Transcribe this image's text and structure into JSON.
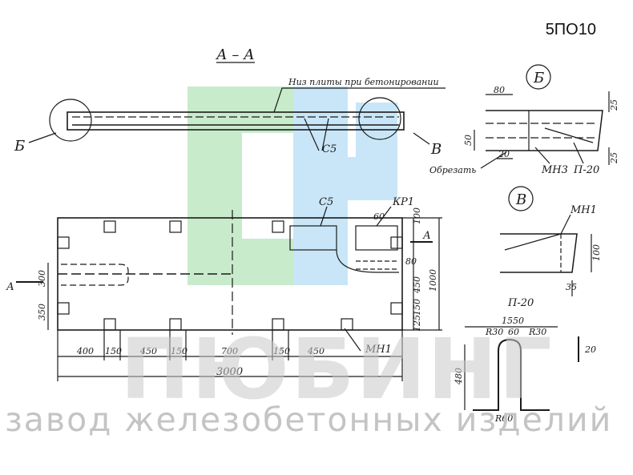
{
  "drawing_code": "5ПО10",
  "section_title": "А – А",
  "callouts": {
    "bottom_note": "Низ плиты при бетонировании",
    "b": "Б",
    "v": "В",
    "a_left": "А",
    "a_right": "А",
    "cut": "Обрезать"
  },
  "parts": {
    "c5": "С5",
    "kp1": "КР1",
    "mn1": "МН1",
    "mn3": "МН3",
    "p20": "П-20"
  },
  "plan_dims": {
    "bottom": [
      "400",
      "150",
      "450",
      "150",
      "700",
      "150",
      "450"
    ],
    "total": "3000",
    "left": [
      "300",
      "350"
    ],
    "right": [
      "100",
      "450",
      "150",
      "125"
    ],
    "right_total": "1000",
    "top_60": "60",
    "right_80": "80"
  },
  "detail_b_dims": {
    "w80": "80",
    "h25_top": "25",
    "h50": "50",
    "w20": "20",
    "h25_bot": "25"
  },
  "detail_v_dims": {
    "h100": "100",
    "w35": "35"
  },
  "p20_dims": {
    "width": "1550",
    "r30_left": "R30",
    "w60": "60",
    "r30_right": "R30",
    "height": "480",
    "r60": "R60",
    "dia": "20"
  },
  "watermark": {
    "brand": "ПЮБИНГ",
    "tagline": "завод железобетонных изделий",
    "accent_green": "#bfe8c4",
    "accent_blue": "#bfe2f7"
  }
}
